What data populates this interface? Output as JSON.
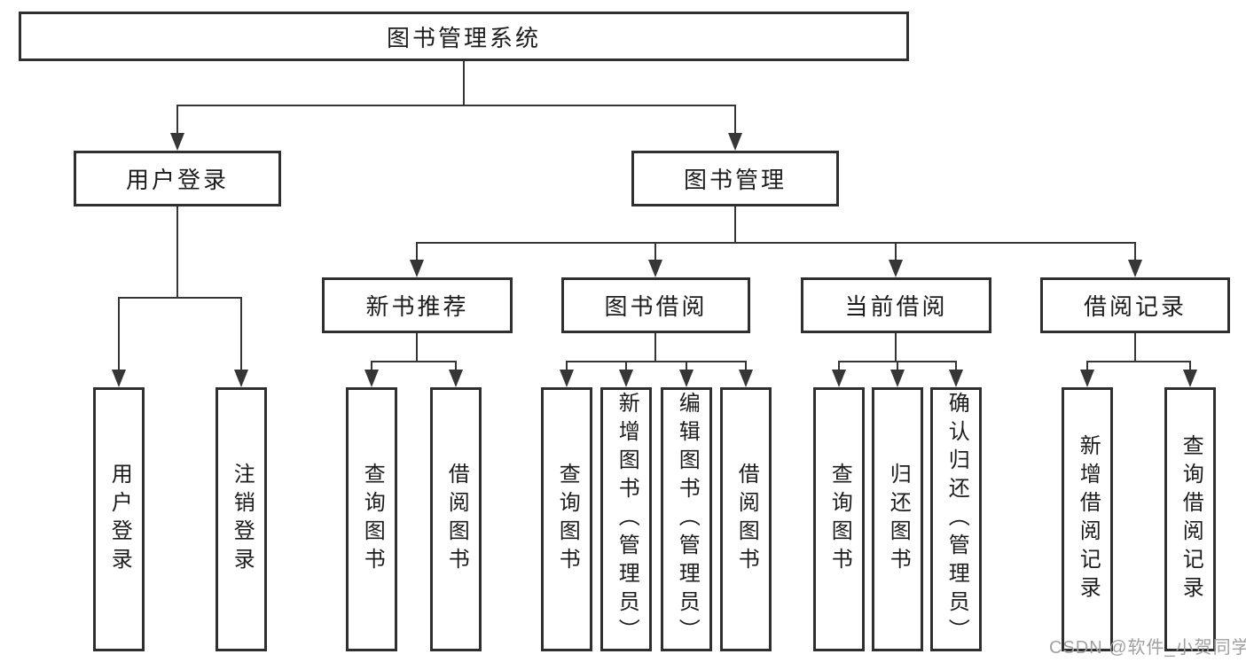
{
  "diagram": {
    "root": {
      "label": "图书管理系统"
    },
    "level2": [
      {
        "label": "用户登录"
      },
      {
        "label": "图书管理"
      }
    ],
    "level3": [
      {
        "label": "新书推荐"
      },
      {
        "label": "图书借阅"
      },
      {
        "label": "当前借阅"
      },
      {
        "label": "借阅记录"
      }
    ],
    "leaves": {
      "user_login": [
        {
          "label": "用户登录"
        },
        {
          "label": "注销登录"
        }
      ],
      "new_book_recommend": [
        {
          "label": "查询图书"
        },
        {
          "label": "借阅图书"
        }
      ],
      "book_borrow": [
        {
          "label": "查询图书"
        },
        {
          "label": "新增图书（管理员）"
        },
        {
          "label": "编辑图书（管理员）"
        },
        {
          "label": "借阅图书"
        }
      ],
      "current_borrow": [
        {
          "label": "查询图书"
        },
        {
          "label": "归还图书"
        },
        {
          "label": "确认归还（管理员）"
        }
      ],
      "borrow_records": [
        {
          "label": "新增借阅记录"
        },
        {
          "label": "查询借阅记录"
        }
      ]
    },
    "watermark": "CSDN @软件_小贺同学",
    "colors": {
      "line": "#363636",
      "box_border": "#2f2f2f",
      "text": "#1c1c1c",
      "watermark": "#a0a0a0",
      "background": "#ffffff"
    }
  }
}
